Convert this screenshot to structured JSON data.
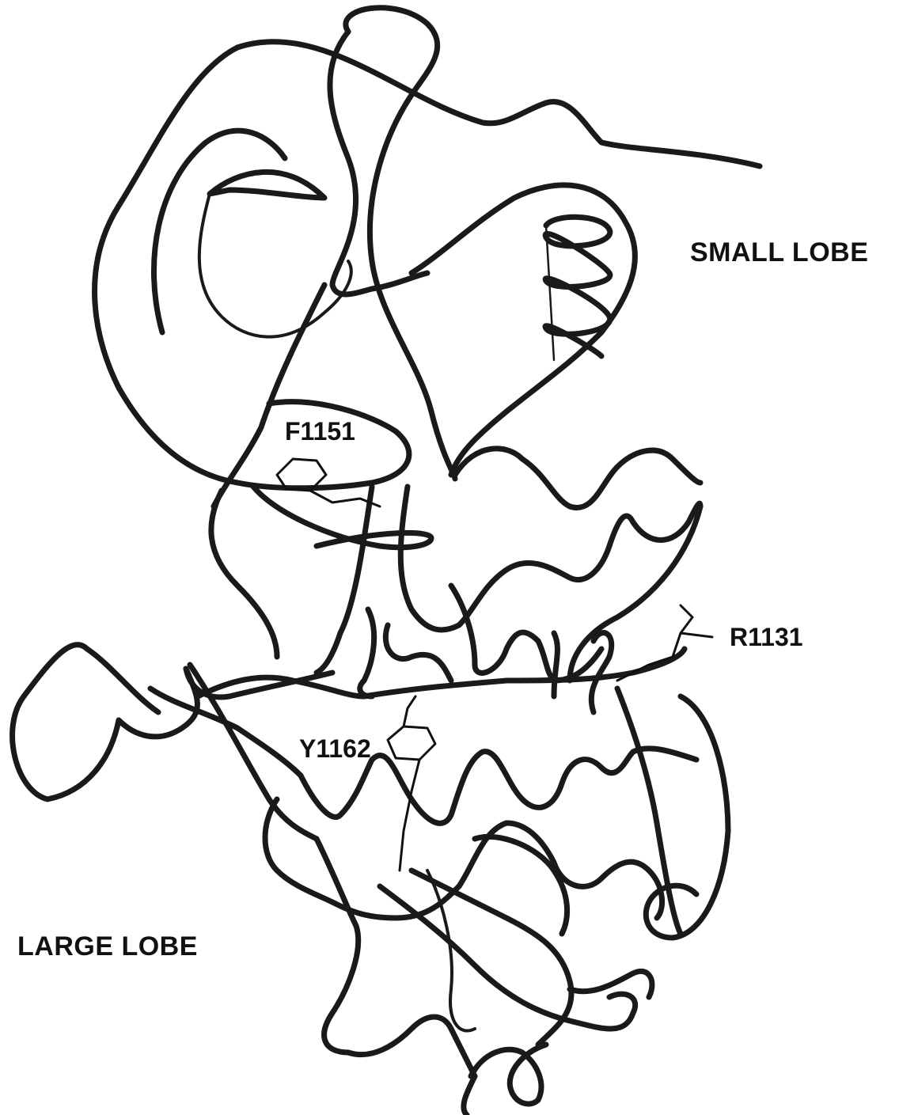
{
  "labels": {
    "small_lobe": "SMALL LOBE",
    "large_lobe": "LARGE LOBE",
    "f1151": "F1151",
    "r1131": "R1131",
    "y1162": "Y1162"
  },
  "colors": {
    "ribbon": "#1a1a1a",
    "background": "#ffffff"
  }
}
